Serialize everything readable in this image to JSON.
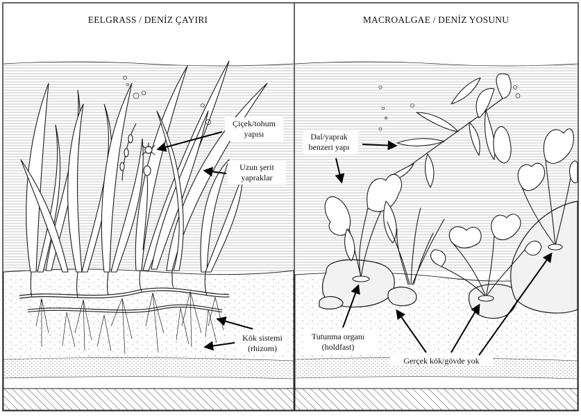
{
  "left_panel": {
    "title": "EELGRASS / DENİZ ÇAYIRI",
    "labels": {
      "flower": [
        "Çiçek/tohum",
        "yapısı"
      ],
      "leaves": [
        "Uzun şerit",
        "yapraklar"
      ],
      "roots": [
        "Kök sistemi",
        "(rhizom)"
      ]
    }
  },
  "right_panel": {
    "title": "MACROALGAE / DENİZ YOSUNU",
    "labels": {
      "frond": [
        "Dal/yaprak",
        "benzeri yapı"
      ],
      "holdfast": [
        "Tutunma organı",
        "(holdfast)"
      ],
      "no_root": "Gerçek kök/gövde yok"
    }
  },
  "colors": {
    "ink": "#1a1a1a",
    "paper": "#ffffff",
    "sand": "#f2f2f2"
  }
}
